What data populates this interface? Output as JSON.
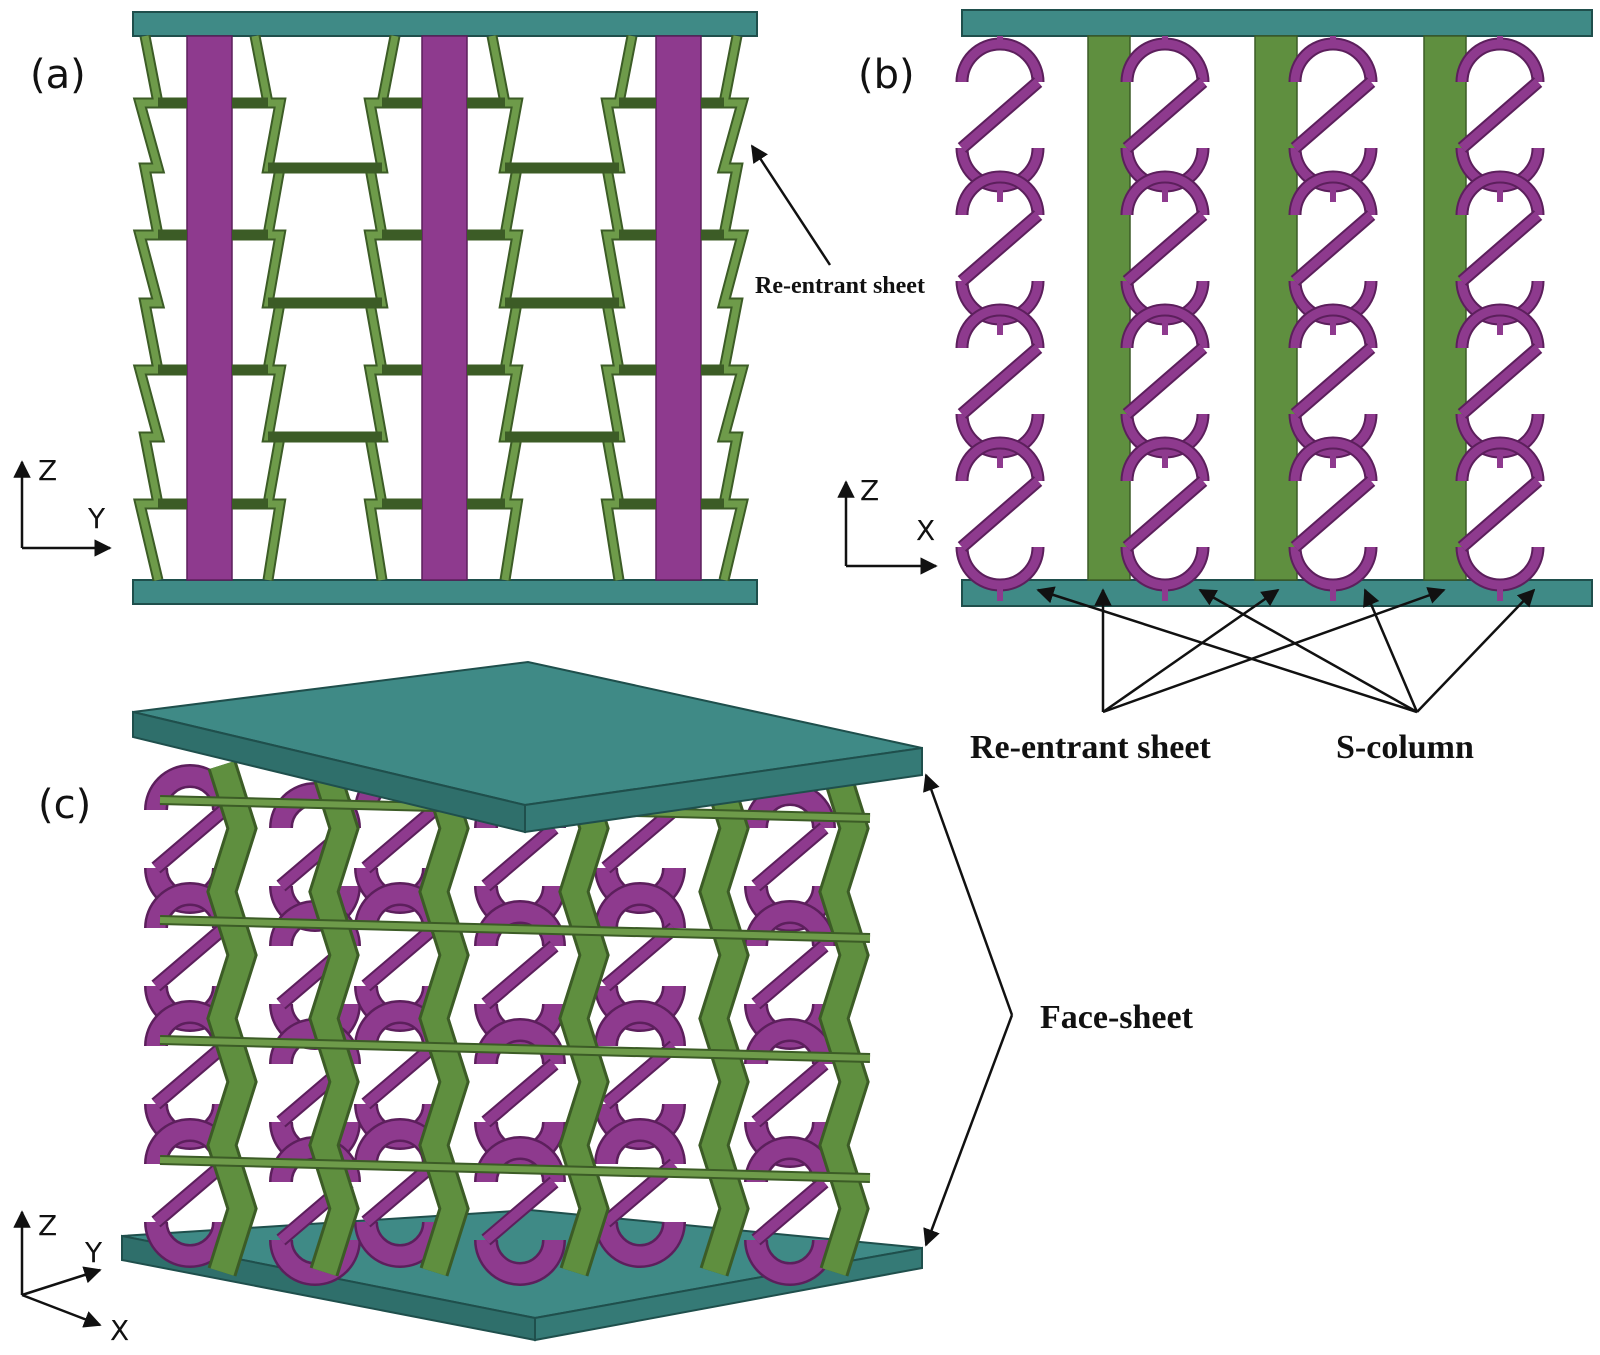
{
  "panels": {
    "a": {
      "label": "(a)",
      "axes": {
        "vertical": "Z",
        "horizontal": "Y"
      }
    },
    "b": {
      "label": "(b)",
      "axes": {
        "vertical": "Z",
        "horizontal": "X"
      }
    },
    "c": {
      "label": "(c)",
      "axes": {
        "vertical": "Z",
        "depth": "Y",
        "horizontal": "X"
      }
    }
  },
  "callouts": {
    "reentrant_sheet_a": "Re-entrant sheet",
    "reentrant_sheet_b": "Re-entrant sheet",
    "s_column": "S-column",
    "face_sheet": "Face-sheet"
  },
  "colors": {
    "face_sheet": "#3f8a86",
    "reentrant": "#5f8f3f",
    "s_column": "#8e3a8e"
  }
}
